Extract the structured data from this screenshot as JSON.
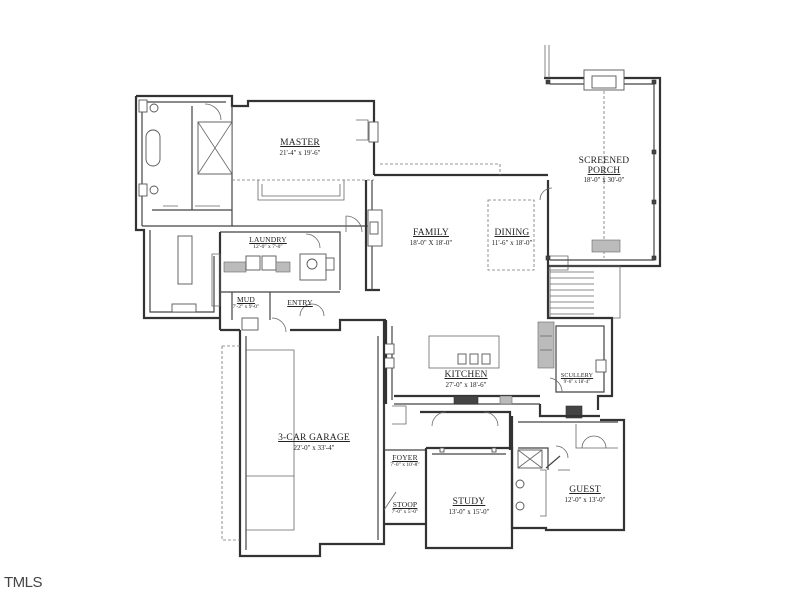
{
  "rooms": {
    "master": {
      "name": "MASTER",
      "dim": "21'-4\" x 19'-6\""
    },
    "screened_porch": {
      "name_line1": "SCREENED",
      "name_line2": "PORCH",
      "dim": "18'-0\" x 30'-0\""
    },
    "family": {
      "name": "FAMILY",
      "dim": "18'-0\" X 18'-0\""
    },
    "dining": {
      "name": "DINING",
      "dim": "11'-6\" x 18'-0\""
    },
    "laundry": {
      "name": "LAUNDRY",
      "dim": "12'-0\" x 7'-0\""
    },
    "mud": {
      "name": "MUD",
      "dim": "7'-2\" x 9'-0\""
    },
    "entry": {
      "name": "ENTRY"
    },
    "kitchen": {
      "name": "KITCHEN",
      "dim": "27'-0\" x 18'-6\""
    },
    "scullery": {
      "name": "SCULLERY",
      "dim": "9'-6\" x 18'-4\""
    },
    "garage": {
      "name": "3-CAR GARAGE",
      "dim": "22'-0\" x 33'-4\""
    },
    "foyer": {
      "name": "FOYER",
      "dim": "7'-0\" x 10'-8\""
    },
    "stoop": {
      "name": "STOOP",
      "dim": "7'-0\" x 5'-0\""
    },
    "study": {
      "name": "STUDY",
      "dim": "13'-0\" x 15'-0\""
    },
    "guest": {
      "name": "GUEST",
      "dim": "12'-0\" x 13'-0\""
    }
  },
  "watermark": {
    "text": "TMLS"
  }
}
